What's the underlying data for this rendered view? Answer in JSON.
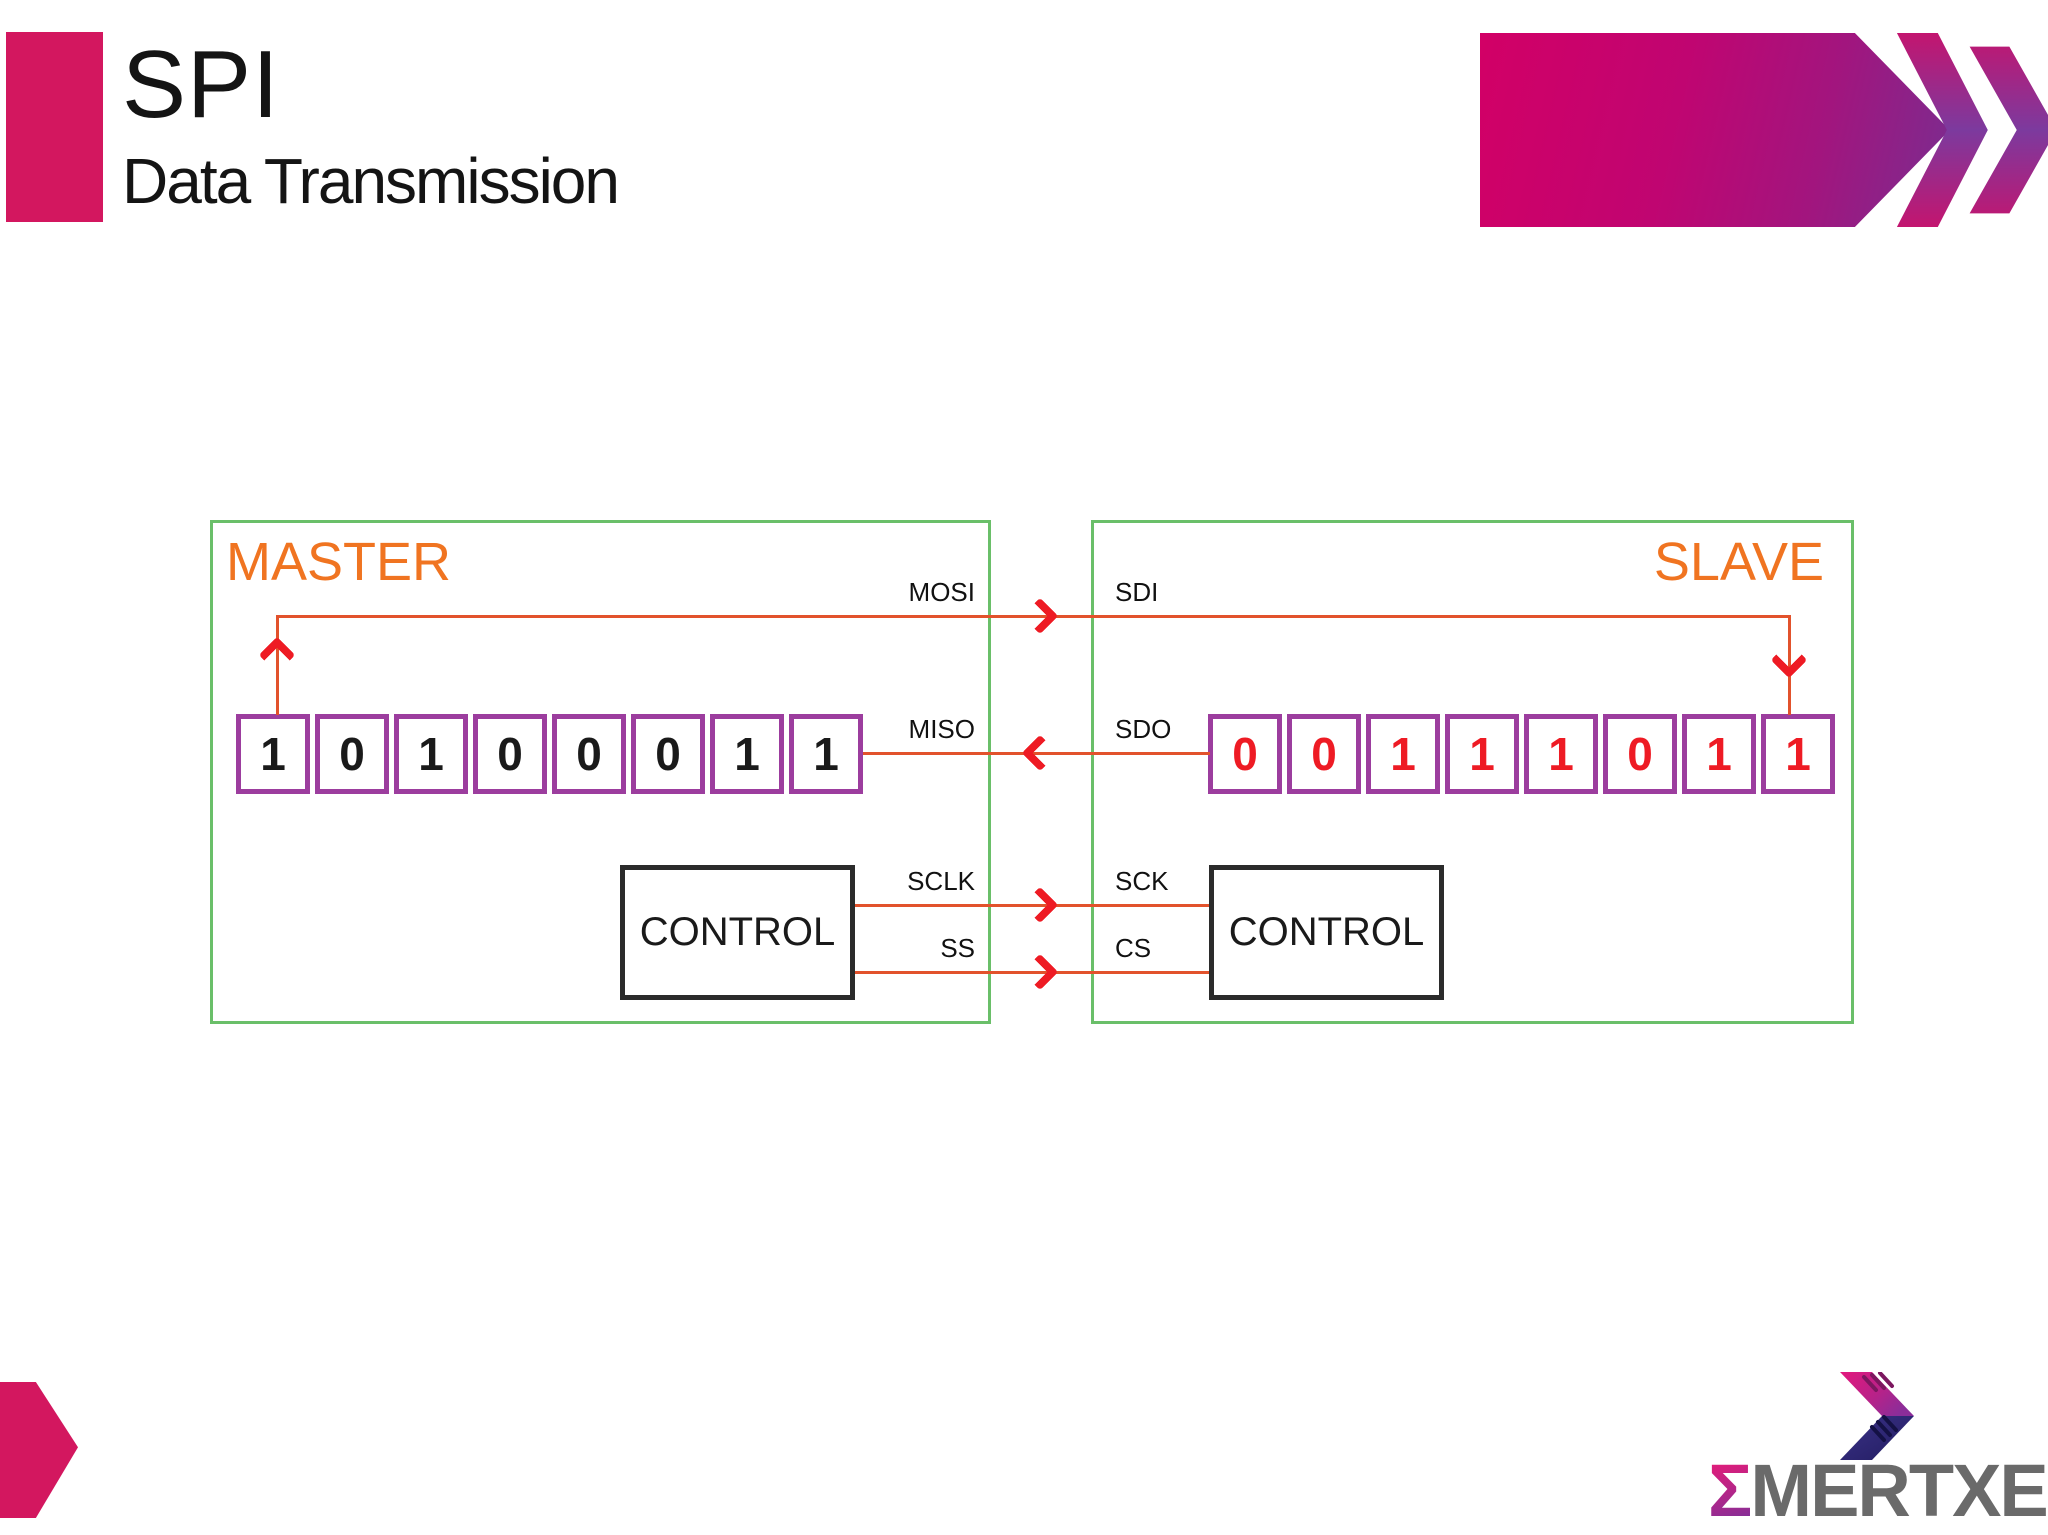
{
  "slide": {
    "title": "SPI",
    "subtitle": "Data Transmission"
  },
  "diagram": {
    "master": {
      "label": "MASTER",
      "register_bits": [
        "1",
        "0",
        "1",
        "0",
        "0",
        "0",
        "1",
        "1"
      ],
      "control_label": "CONTROL"
    },
    "slave": {
      "label": "SLAVE",
      "register_bits": [
        "0",
        "0",
        "1",
        "1",
        "1",
        "0",
        "1",
        "1"
      ],
      "control_label": "CONTROL"
    },
    "signals": [
      {
        "master_label": "MOSI",
        "slave_label": "SDI",
        "direction": "master-to-slave"
      },
      {
        "master_label": "MISO",
        "slave_label": "SDO",
        "direction": "slave-to-master"
      },
      {
        "master_label": "SCLK",
        "slave_label": "SCK",
        "direction": "master-to-slave"
      },
      {
        "master_label": "SS",
        "slave_label": "CS",
        "direction": "master-to-slave"
      }
    ]
  },
  "logo": {
    "sigma": "Σ",
    "wordmark_rest": "MERTXE"
  },
  "colors": {
    "accent_pink": "#d3175f",
    "gradient_pink": "#d20066",
    "gradient_purple": "#5e3d9c",
    "box_green": "#6abf69",
    "register_purple": "#9c3d9e",
    "label_orange": "#f07421",
    "wire_red": "#e2522c",
    "arrow_red": "#ee1b24",
    "bit_black": "#1a1a1a",
    "bit_red": "#ee1b24",
    "control_border": "#2b2b2b",
    "logo_gray": "#6a6a6a"
  }
}
